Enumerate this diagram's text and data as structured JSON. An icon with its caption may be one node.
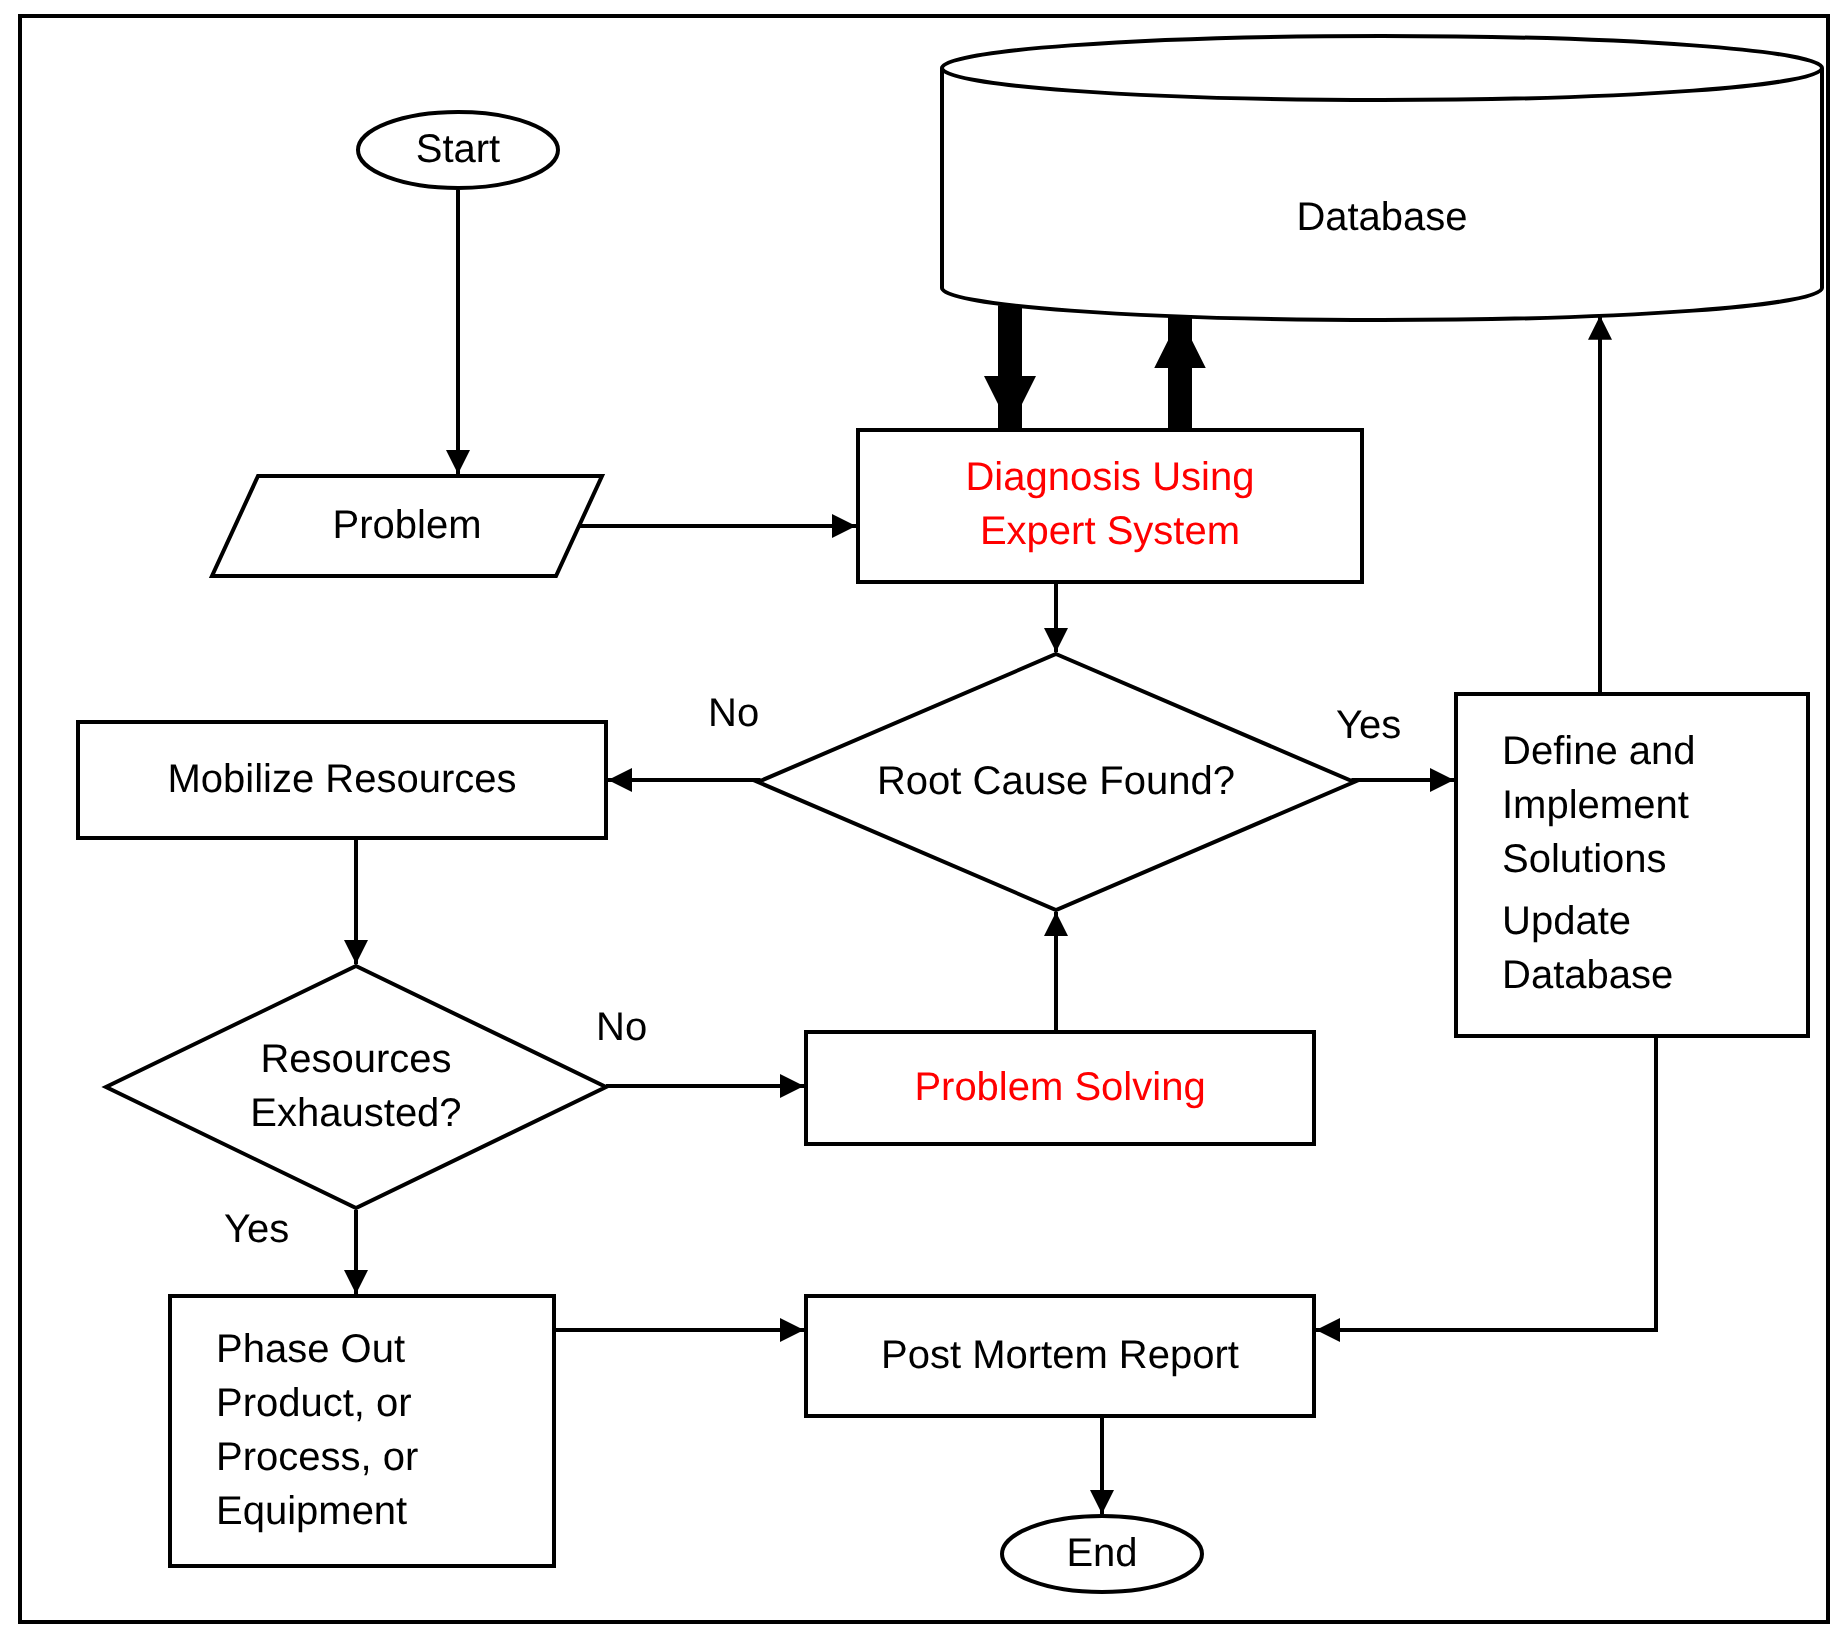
{
  "diagram": {
    "nodes": [
      {
        "text": [
          "Start"
        ]
      },
      {
        "text": [
          "Database"
        ]
      },
      {
        "text": [
          "Problem"
        ]
      },
      {
        "text": [
          "Diagnosis Using Expert System"
        ]
      },
      {
        "text": [
          "Root Cause Found?"
        ]
      },
      {
        "text": [
          "Mobilize Resources"
        ]
      },
      {
        "text": [
          "Define and Implement Solutions",
          "Update Database"
        ]
      },
      {
        "text": [
          "Resources Exhausted?"
        ]
      },
      {
        "text": [
          "Problem Solving"
        ]
      },
      {
        "text": [
          "Phase Out Product, or Process, or Equipment"
        ]
      },
      {
        "text": [
          "Post Mortem Report"
        ]
      },
      {
        "text": [
          "End"
        ]
      }
    ],
    "edges": [
      {
        "from": 0,
        "to": 2,
        "arrow": "to"
      },
      {
        "from": 2,
        "to": 3,
        "arrow": "to"
      },
      {
        "from": 1,
        "to": 3,
        "arrow": "to",
        "style": "thick"
      },
      {
        "from": 3,
        "to": 1,
        "arrow": "to",
        "style": "thick"
      },
      {
        "from": 3,
        "to": 4,
        "arrow": "to"
      },
      {
        "from": 4,
        "to": 5,
        "arrow": "to",
        "label": "No"
      },
      {
        "from": 4,
        "to": 6,
        "arrow": "to",
        "label": "Yes"
      },
      {
        "from": 6,
        "to": 1,
        "arrow": "to"
      },
      {
        "from": 5,
        "to": 7,
        "arrow": "to"
      },
      {
        "from": 7,
        "to": 8,
        "arrow": "to",
        "label": "No"
      },
      {
        "from": 8,
        "to": 4,
        "arrow": "to"
      },
      {
        "from": 7,
        "to": 9,
        "arrow": "to",
        "label": "Yes"
      },
      {
        "from": 9,
        "to": 10,
        "arrow": "to"
      },
      {
        "from": 6,
        "to": 10,
        "arrow": "to"
      },
      {
        "from": 10,
        "to": 11,
        "arrow": "to"
      }
    ]
  }
}
